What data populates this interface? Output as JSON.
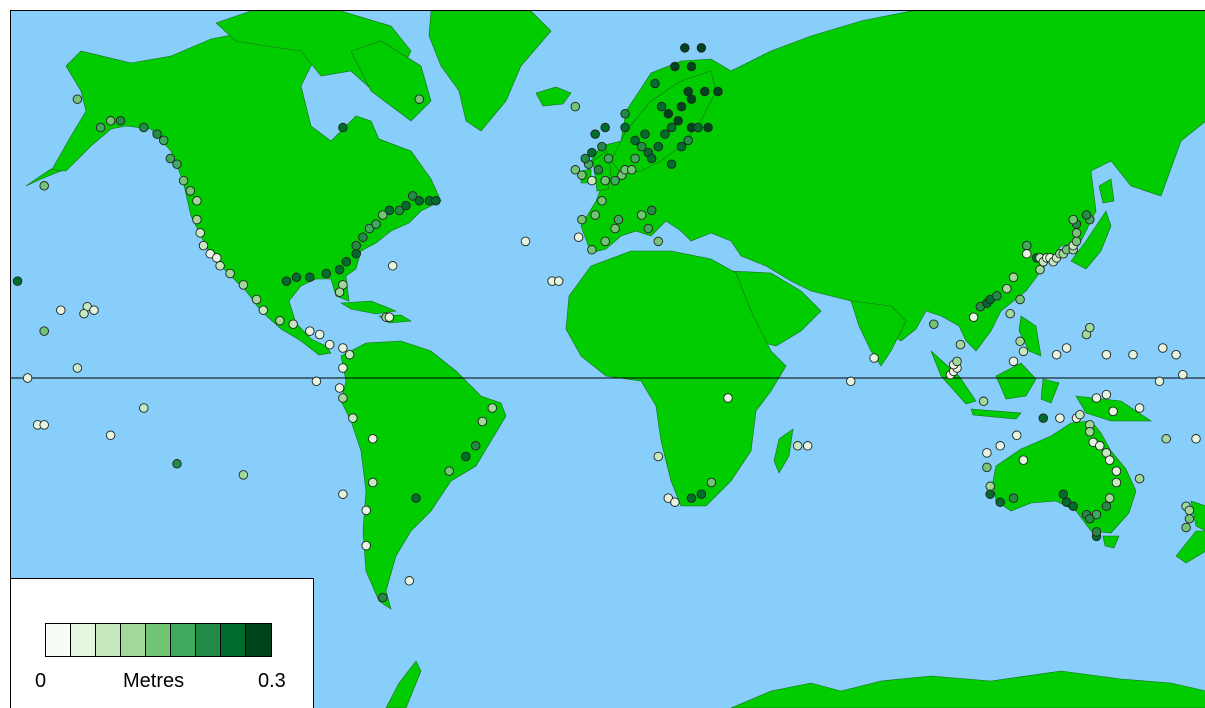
{
  "legend": {
    "min_label": "0",
    "title": "Metres",
    "max_label": "0.3",
    "colors": [
      "#f7fcf5",
      "#e5f5e0",
      "#c7e9c0",
      "#a1d99b",
      "#74c476",
      "#41ab5d",
      "#238b45",
      "#006d2c",
      "#00441b"
    ]
  },
  "colors": {
    "ocean": "#87cefa",
    "land": "#00cc00",
    "equator": "#000000"
  },
  "stations": [
    [
      -160,
      64,
      4
    ],
    [
      -153,
      60,
      5
    ],
    [
      -150,
      61,
      4
    ],
    [
      -147,
      61,
      6
    ],
    [
      -140,
      60,
      6
    ],
    [
      -136,
      59,
      6
    ],
    [
      -134,
      58,
      5
    ],
    [
      -132,
      55,
      5
    ],
    [
      -130,
      54,
      5
    ],
    [
      -128,
      51,
      4
    ],
    [
      -126,
      49,
      4
    ],
    [
      -124,
      47,
      3
    ],
    [
      -124,
      43,
      3
    ],
    [
      -123,
      40,
      2
    ],
    [
      -122,
      37,
      2
    ],
    [
      -120,
      35,
      1
    ],
    [
      -118,
      34,
      1
    ],
    [
      -117,
      32,
      2
    ],
    [
      -114,
      30,
      3
    ],
    [
      -110,
      27,
      3
    ],
    [
      -106,
      23,
      3
    ],
    [
      -104,
      20,
      2
    ],
    [
      -99,
      17,
      3
    ],
    [
      -95,
      16,
      2
    ],
    [
      -90,
      14,
      1
    ],
    [
      -87,
      13,
      1
    ],
    [
      -84,
      10,
      1
    ],
    [
      -80,
      9,
      1
    ],
    [
      -78,
      7,
      2
    ],
    [
      -80,
      3,
      1
    ],
    [
      -81,
      -3,
      1
    ],
    [
      -80,
      -6,
      3
    ],
    [
      -77,
      -12,
      2
    ],
    [
      -71,
      -18,
      1
    ],
    [
      -71,
      -30,
      2
    ],
    [
      -73,
      -37,
      1
    ],
    [
      -73,
      -45,
      1
    ],
    [
      -68,
      -55,
      6
    ],
    [
      -58,
      -34,
      7
    ],
    [
      -48,
      -27,
      4
    ],
    [
      -43,
      -23,
      7
    ],
    [
      -40,
      -20,
      6
    ],
    [
      -38,
      -13,
      3
    ],
    [
      -35,
      -9,
      3
    ],
    [
      -60,
      -52,
      1
    ],
    [
      -97,
      28,
      7
    ],
    [
      -94,
      29,
      7
    ],
    [
      -90,
      29,
      7
    ],
    [
      -85,
      30,
      7
    ],
    [
      -81,
      31,
      7
    ],
    [
      -80,
      27,
      3
    ],
    [
      -81,
      25,
      3
    ],
    [
      -79,
      33,
      7
    ],
    [
      -76,
      35,
      7
    ],
    [
      -76,
      37,
      6
    ],
    [
      -74,
      39,
      6
    ],
    [
      -72,
      41,
      5
    ],
    [
      -70,
      42,
      5
    ],
    [
      -68,
      44,
      4
    ],
    [
      -66,
      45,
      7
    ],
    [
      -63,
      45,
      6
    ],
    [
      -61,
      46,
      7
    ],
    [
      -59,
      48,
      6
    ],
    [
      -57,
      47,
      7
    ],
    [
      -54,
      47,
      7
    ],
    [
      -52,
      47,
      7
    ],
    [
      -65,
      32,
      1
    ],
    [
      -67,
      18,
      3
    ],
    [
      -66,
      18,
      1
    ],
    [
      -80,
      60,
      7
    ],
    [
      -57,
      64,
      4
    ],
    [
      -165,
      20,
      1
    ],
    [
      -157,
      21,
      2
    ],
    [
      -158,
      19,
      2
    ],
    [
      -155,
      20,
      1
    ],
    [
      -178,
      28,
      7
    ],
    [
      -170,
      14,
      4
    ],
    [
      -175,
      0,
      1
    ],
    [
      -160,
      3,
      2
    ],
    [
      -172,
      -14,
      1
    ],
    [
      -150,
      -17,
      1
    ],
    [
      -140,
      -9,
      2
    ],
    [
      -130,
      -25,
      6
    ],
    [
      -80,
      -33,
      1
    ],
    [
      -110,
      -28,
      3
    ],
    [
      -88,
      -1,
      1
    ],
    [
      -170,
      50,
      4
    ],
    [
      -10,
      63,
      4
    ],
    [
      -25,
      38,
      1
    ],
    [
      -17,
      28,
      1
    ],
    [
      -15,
      28,
      1
    ],
    [
      -9,
      39,
      1
    ],
    [
      -8,
      43,
      4
    ],
    [
      -4,
      44,
      4
    ],
    [
      -2,
      47,
      4
    ],
    [
      -5,
      36,
      4
    ],
    [
      -1,
      38,
      4
    ],
    [
      2,
      41,
      4
    ],
    [
      3,
      43,
      5
    ],
    [
      10,
      44,
      4
    ],
    [
      13,
      45,
      6
    ],
    [
      12,
      41,
      5
    ],
    [
      15,
      38,
      4
    ],
    [
      -1,
      51,
      4
    ],
    [
      0,
      55,
      5
    ],
    [
      -2,
      57,
      6
    ],
    [
      -4,
      59,
      7
    ],
    [
      -1,
      60,
      7
    ],
    [
      -3,
      53,
      6
    ],
    [
      -5,
      51,
      2
    ],
    [
      -8,
      52,
      4
    ],
    [
      -10,
      53,
      4
    ],
    [
      -6,
      54,
      5
    ],
    [
      -7,
      55,
      6
    ],
    [
      -5,
      56,
      7
    ],
    [
      2,
      51,
      5
    ],
    [
      4,
      52,
      4
    ],
    [
      5,
      53,
      4
    ],
    [
      7,
      53,
      4
    ],
    [
      8,
      55,
      5
    ],
    [
      10,
      57,
      6
    ],
    [
      12,
      56,
      7
    ],
    [
      11,
      59,
      7
    ],
    [
      8,
      58,
      7
    ],
    [
      5,
      60,
      7
    ],
    [
      5,
      62,
      6
    ],
    [
      13,
      55,
      7
    ],
    [
      15,
      57,
      7
    ],
    [
      17,
      59,
      7
    ],
    [
      19,
      60,
      7
    ],
    [
      21,
      61,
      8
    ],
    [
      22,
      63,
      8
    ],
    [
      24,
      65,
      8
    ],
    [
      25,
      64,
      8
    ],
    [
      25,
      60,
      8
    ],
    [
      27,
      60,
      7
    ],
    [
      30,
      60,
      8
    ],
    [
      29,
      65,
      8
    ],
    [
      18,
      62,
      8
    ],
    [
      16,
      63,
      7
    ],
    [
      14,
      66,
      7
    ],
    [
      20,
      68,
      8
    ],
    [
      23,
      70,
      8
    ],
    [
      25,
      68,
      8
    ],
    [
      28,
      70,
      8
    ],
    [
      19,
      54,
      7
    ],
    [
      22,
      57,
      7
    ],
    [
      24,
      58,
      6
    ],
    [
      33,
      65,
      8
    ],
    [
      36,
      -6,
      1
    ],
    [
      18,
      -34,
      1
    ],
    [
      20,
      -35,
      1
    ],
    [
      25,
      -34,
      7
    ],
    [
      28,
      -33,
      7
    ],
    [
      31,
      -30,
      4
    ],
    [
      15,
      -23,
      2
    ],
    [
      57,
      -20,
      2
    ],
    [
      60,
      -20,
      1
    ],
    [
      73,
      -1,
      1
    ],
    [
      80,
      6,
      1
    ],
    [
      98,
      16,
      4
    ],
    [
      106,
      10,
      3
    ],
    [
      103,
      1,
      1
    ],
    [
      104,
      2,
      1
    ],
    [
      105,
      3,
      1
    ],
    [
      104,
      4,
      1
    ],
    [
      105,
      5,
      3
    ],
    [
      110,
      18,
      1
    ],
    [
      112,
      21,
      6
    ],
    [
      114,
      22,
      7
    ],
    [
      115,
      23,
      7
    ],
    [
      117,
      24,
      6
    ],
    [
      120,
      26,
      3
    ],
    [
      122,
      29,
      3
    ],
    [
      124,
      23,
      4
    ],
    [
      121,
      19,
      3
    ],
    [
      124,
      11,
      3
    ],
    [
      125,
      8,
      2
    ],
    [
      122,
      5,
      1
    ],
    [
      129,
      34,
      7
    ],
    [
      126,
      37,
      5
    ],
    [
      126,
      35,
      1
    ],
    [
      130,
      34,
      2
    ],
    [
      131,
      33,
      2
    ],
    [
      132,
      34,
      1
    ],
    [
      133,
      34,
      1
    ],
    [
      134,
      33,
      2
    ],
    [
      135,
      34,
      2
    ],
    [
      136,
      35,
      3
    ],
    [
      137,
      35,
      3
    ],
    [
      138,
      36,
      4
    ],
    [
      140,
      36,
      3
    ],
    [
      140,
      37,
      2
    ],
    [
      141,
      38,
      4
    ],
    [
      141,
      40,
      4
    ],
    [
      141,
      42,
      6
    ],
    [
      140,
      43,
      4
    ],
    [
      145,
      43,
      5
    ],
    [
      144,
      44,
      6
    ],
    [
      130,
      31,
      3
    ],
    [
      144,
      13,
      3
    ],
    [
      145,
      15,
      3
    ],
    [
      135,
      7,
      1
    ],
    [
      138,
      9,
      1
    ],
    [
      150,
      7,
      1
    ],
    [
      158,
      7,
      1
    ],
    [
      167,
      9,
      1
    ],
    [
      171,
      7,
      1
    ],
    [
      173,
      1,
      1
    ],
    [
      166,
      -1,
      1
    ],
    [
      177,
      -18,
      1
    ],
    [
      168,
      -18,
      3
    ],
    [
      160,
      -9,
      1
    ],
    [
      152,
      -10,
      1
    ],
    [
      147,
      -6,
      1
    ],
    [
      150,
      -5,
      1
    ],
    [
      131,
      -12,
      7
    ],
    [
      136,
      -12,
      1
    ],
    [
      141,
      -12,
      1
    ],
    [
      142,
      -11,
      2
    ],
    [
      145,
      -14,
      3
    ],
    [
      145,
      -16,
      3
    ],
    [
      146,
      -19,
      1
    ],
    [
      148,
      -20,
      1
    ],
    [
      150,
      -22,
      2
    ],
    [
      151,
      -24,
      1
    ],
    [
      153,
      -27,
      1
    ],
    [
      153,
      -30,
      2
    ],
    [
      151,
      -34,
      3
    ],
    [
      150,
      -36,
      6
    ],
    [
      147,
      -38,
      5
    ],
    [
      144,
      -38,
      6
    ],
    [
      145,
      -39,
      6
    ],
    [
      147,
      -43,
      7
    ],
    [
      147,
      -42,
      6
    ],
    [
      138,
      -35,
      7
    ],
    [
      140,
      -36,
      7
    ],
    [
      137,
      -33,
      7
    ],
    [
      114,
      -22,
      1
    ],
    [
      114,
      -26,
      4
    ],
    [
      115,
      -31,
      3
    ],
    [
      115,
      -33,
      7
    ],
    [
      118,
      -35,
      7
    ],
    [
      122,
      -34,
      6
    ],
    [
      125,
      -24,
      1
    ],
    [
      123,
      -17,
      1
    ],
    [
      118,
      -20,
      1
    ],
    [
      160,
      -29,
      3
    ],
    [
      174,
      -36,
      3
    ],
    [
      175,
      -37,
      3
    ],
    [
      174,
      -41,
      4
    ],
    [
      175,
      -39,
      4
    ],
    [
      113,
      -7,
      3
    ],
    [
      -170,
      -14,
      1
    ]
  ]
}
